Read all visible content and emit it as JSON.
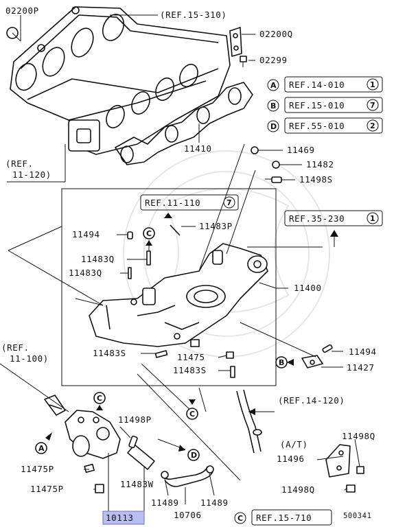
{
  "refs": {
    "r15_310": "(REF.15-310)",
    "r14_010": "REF.14-010",
    "r15_010": "REF.15-010",
    "r55_010": "REF.55-010",
    "r11_110": "REF.11-110",
    "r35_230": "REF.35-230",
    "r11_120a": "(REF.",
    "r11_120b": "11-120)",
    "r11_100a": "(REF.",
    "r11_100b": "11-100)",
    "r14_120": "(REF.14-120)",
    "r15_710": "REF.15-710"
  },
  "ref_circles": {
    "r14_010": "1",
    "r15_010": "7",
    "r55_010": "2",
    "r11_110": "7",
    "r35_230": "1"
  },
  "legend_keys": {
    "a": "A",
    "b": "B",
    "d": "D",
    "c": "C"
  },
  "parts": {
    "p02200P": "02200P",
    "p02200Q": "02200Q",
    "p02299": "02299",
    "p11410": "11410",
    "p11469": "11469",
    "p11482": "11482",
    "p11498S": "11498S",
    "p11483P": "11483P",
    "p11494a": "11494",
    "p11483Qa": "11483Q",
    "p11483Qb": "11483Q",
    "p11400": "11400",
    "p11483Sa": "11483S",
    "p11475": "11475",
    "p11483Sb": "11483S",
    "p11494b": "11494",
    "p11427": "11427",
    "p11498P": "11498P",
    "p11475Pa": "11475P",
    "p11475Pb": "11475P",
    "p11483W": "11483W",
    "p11489a": "11489",
    "p11489b": "11489",
    "p10706": "10706",
    "p10113": "10113",
    "p11498Qa": "11498Q",
    "p11496": "11496",
    "p11498Qb": "11498Q",
    "at": "(A/T)",
    "diagram_no": "500341"
  },
  "markers": {
    "c1": "C",
    "c2": "C",
    "c3": "C",
    "a1": "A",
    "b1": "B",
    "d1": "D"
  },
  "highlight_color": "#b8bff0"
}
